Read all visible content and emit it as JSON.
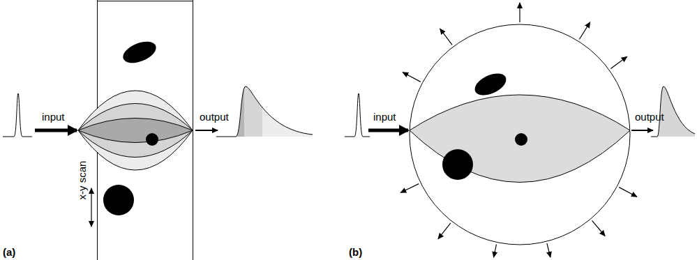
{
  "diagram": {
    "labels": [
      "input",
      "output",
      "x-y scan",
      "(a)",
      "input",
      "output",
      "(b)"
    ]
  }
}
